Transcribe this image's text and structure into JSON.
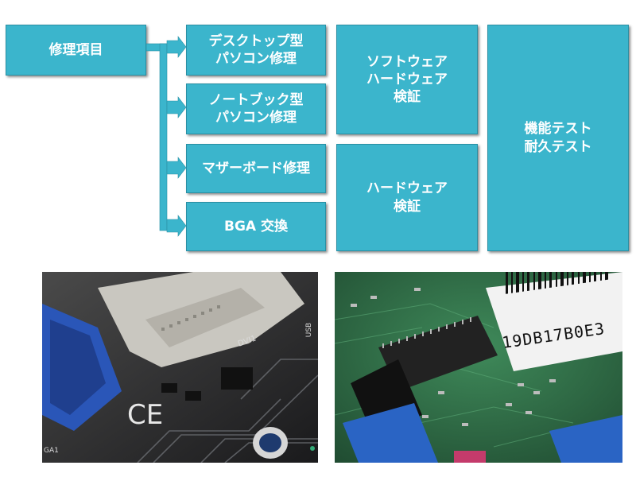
{
  "diagram": {
    "root": "修理項目",
    "repairs": [
      "デスクトップ型\nパソコン修理",
      "ノートブック型\nパソコン修理",
      "マザーボード修理",
      "BGA 交換"
    ],
    "inspection_software_hardware": "ソフトウェア\nハードウェア\n検証",
    "inspection_hardware": "ハードウェア\n検証",
    "tests": "機能テスト\n耐久テスト"
  },
  "photos": {
    "left_label": "CE",
    "left_port_label": "DVI1",
    "left_usb_label": "USB",
    "left_edge_label": "GA1",
    "right_label": "19DB17B0E3"
  },
  "colors": {
    "box": "#3bb5cc",
    "box_border": "#2a8fa3",
    "text": "#ffffff"
  }
}
